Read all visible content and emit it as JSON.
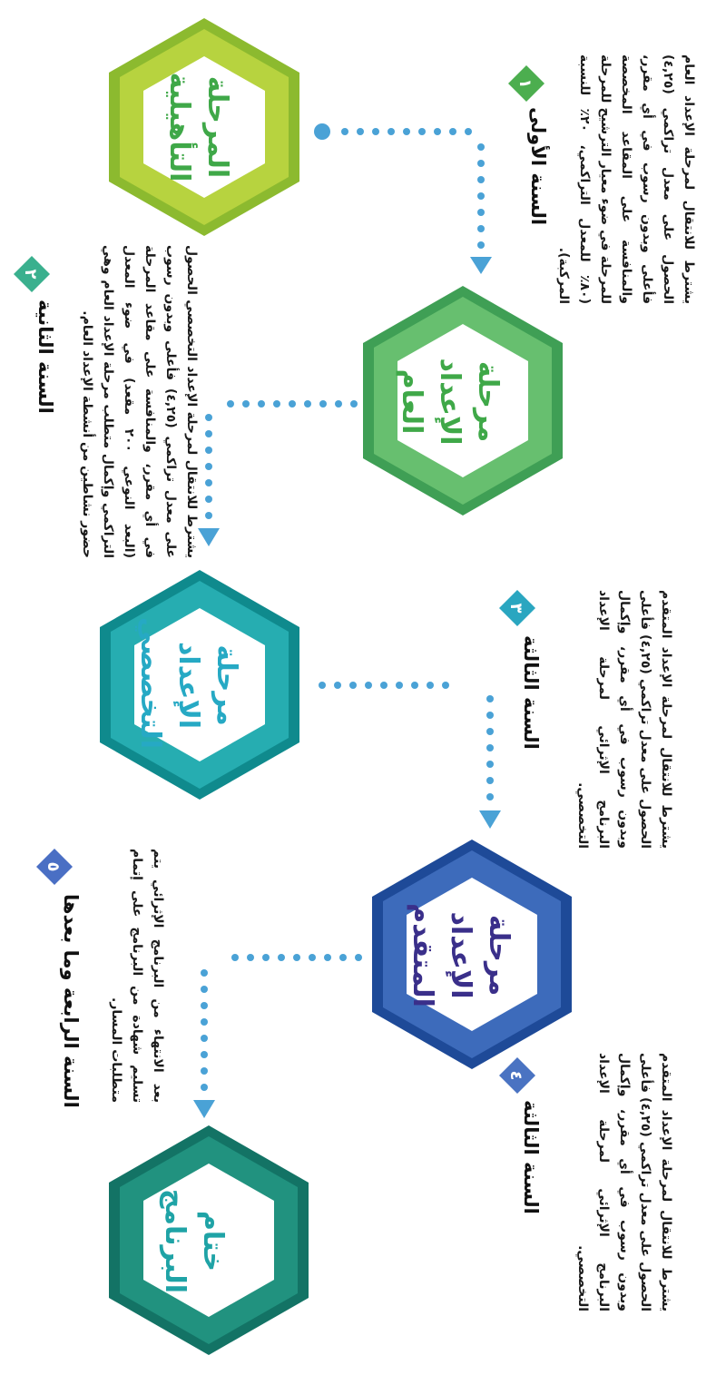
{
  "colors": {
    "stage1": "#a9c83a",
    "stage2": "#5dba6a",
    "stage3": "#1fa3a6",
    "stage4": "#3260a8",
    "stage5": "#1d8f82",
    "dot": "#4aa2d6",
    "arrow": "#4aa2d6"
  },
  "stages": [
    {
      "label": "المرحلة التأهيلية",
      "text_color": "#3fa848"
    },
    {
      "label": "مرحلة الإعداد العام",
      "text_color": "#3fa848"
    },
    {
      "label": "مرحلة الإعداد التخصصي",
      "text_color": "#26a9c4"
    },
    {
      "label": "مرحلة الإعداد المتقدم",
      "text_color": "#3a2f8a"
    },
    {
      "label": "ختام البرنامج",
      "text_color": "#1fa3a6"
    }
  ],
  "years": [
    {
      "title": "السنة الأولى",
      "badge": "١",
      "icon": "diamond-number-icon",
      "text": "يشترط للانتقال لمرحلة الإعداد العام الحصول على معدل تراكمي (٤,٢٥) فأعلى وبدون رسوب في أي مقرر، والمنافسة على المقاعد المخصصة للمرحلة في ضوء معيار الترشيح للمرحلة (٨٠٪ للمعدل التراكمي، ٢٠٪ للنسبة المركبة)."
    },
    {
      "title": "السنة الثانية",
      "badge": "٢",
      "icon": "diamond-number-icon",
      "text": "يشترط للانتقال لمرحلة الإعداد التخصصي الحصول على معدل تراكمي (٤,٢٥) فأعلى وبدون رسوب في أي مقرر، والمنافسة على مقاعد المرحلة (البعد النوعي ٢٠٠ مقعد) في ضوء المعدل التراكمي وإكمال متطلب مرحلة الإعداد العام وهي حضور نشاطين من أنشطة الإعداد العام."
    },
    {
      "title": "السنة الثالثة",
      "badge": "٣",
      "icon": "diamond-number-icon",
      "text": "يشترط للانتقال لمرحلة الإعداد المتقدم الحصول على معدل تراكمي (٤,٢٥) فأعلى وبدون رسوب في أي مقرر، وإكمال البرنامج الإثرائي لمرحلة الإعداد التخصصي."
    },
    {
      "title": "السنة الثالثة",
      "badge": "٤",
      "icon": "diamond-number-icon",
      "text": "يشترط للانتقال لمرحلة الإعداد المتقدم الحصول على معدل تراكمي (٤,٢٥) فأعلى وبدون رسوب في أي مقرر، وإكمال البرنامج الإثرائي لمرحلة الإعداد التخصصي."
    },
    {
      "title": "السنة الرابعة وما بعدها",
      "badge": "٥",
      "icon": "diamond-number-icon",
      "text": "بعد الانتهاء من البرنامج الإثرائي يتم تسليم شهادة من البرنامج على إتمام متطلبات المسار."
    }
  ]
}
